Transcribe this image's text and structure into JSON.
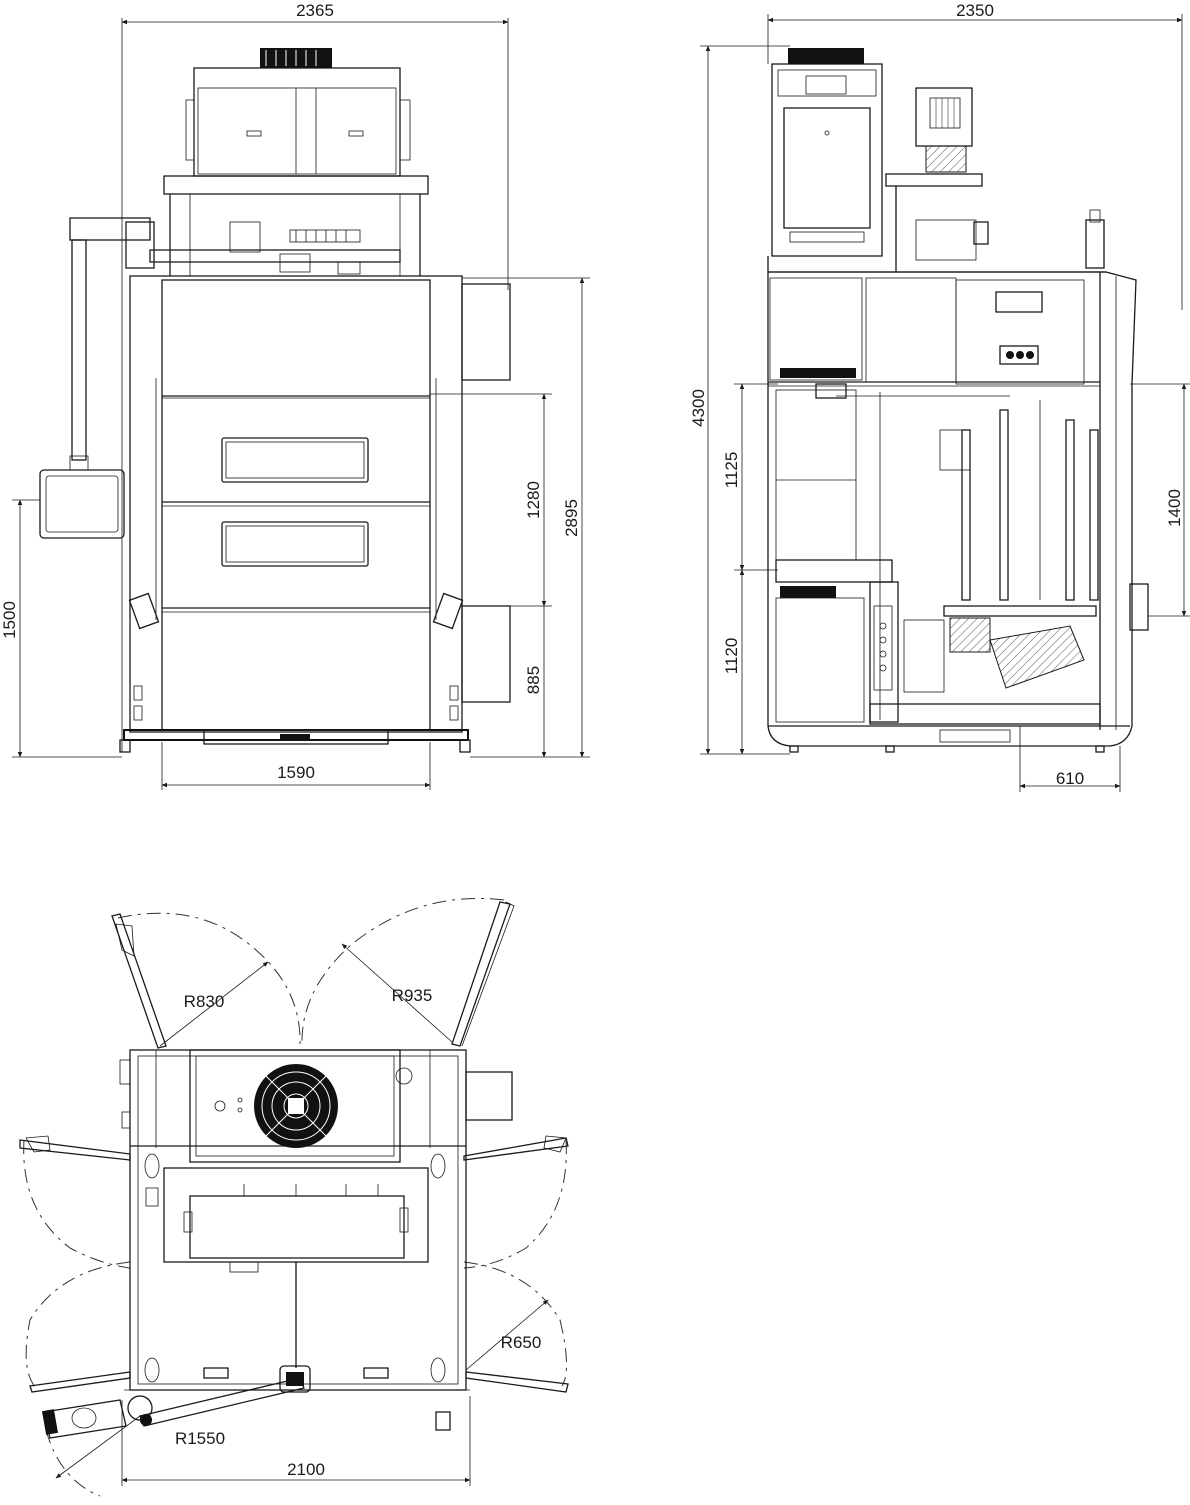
{
  "front_view": {
    "dims": {
      "overall_width": "2365",
      "base_width": "1590",
      "total_height": "2895",
      "upper_height": "1280",
      "lower_height": "885",
      "left_height": "1500"
    }
  },
  "side_view": {
    "dims": {
      "overall_width": "2350",
      "total_height": "4300",
      "upper_section": "1125",
      "lower_section": "1120",
      "right_height": "1400",
      "depth_offset": "610"
    }
  },
  "top_view": {
    "dims": {
      "radius_left_door": "R830",
      "radius_right_door": "R935",
      "radius_side_door": "R650",
      "radius_arm": "R1550",
      "overall_width": "2100"
    }
  },
  "colors": {
    "line": "#1a1a1a",
    "background": "#ffffff"
  }
}
